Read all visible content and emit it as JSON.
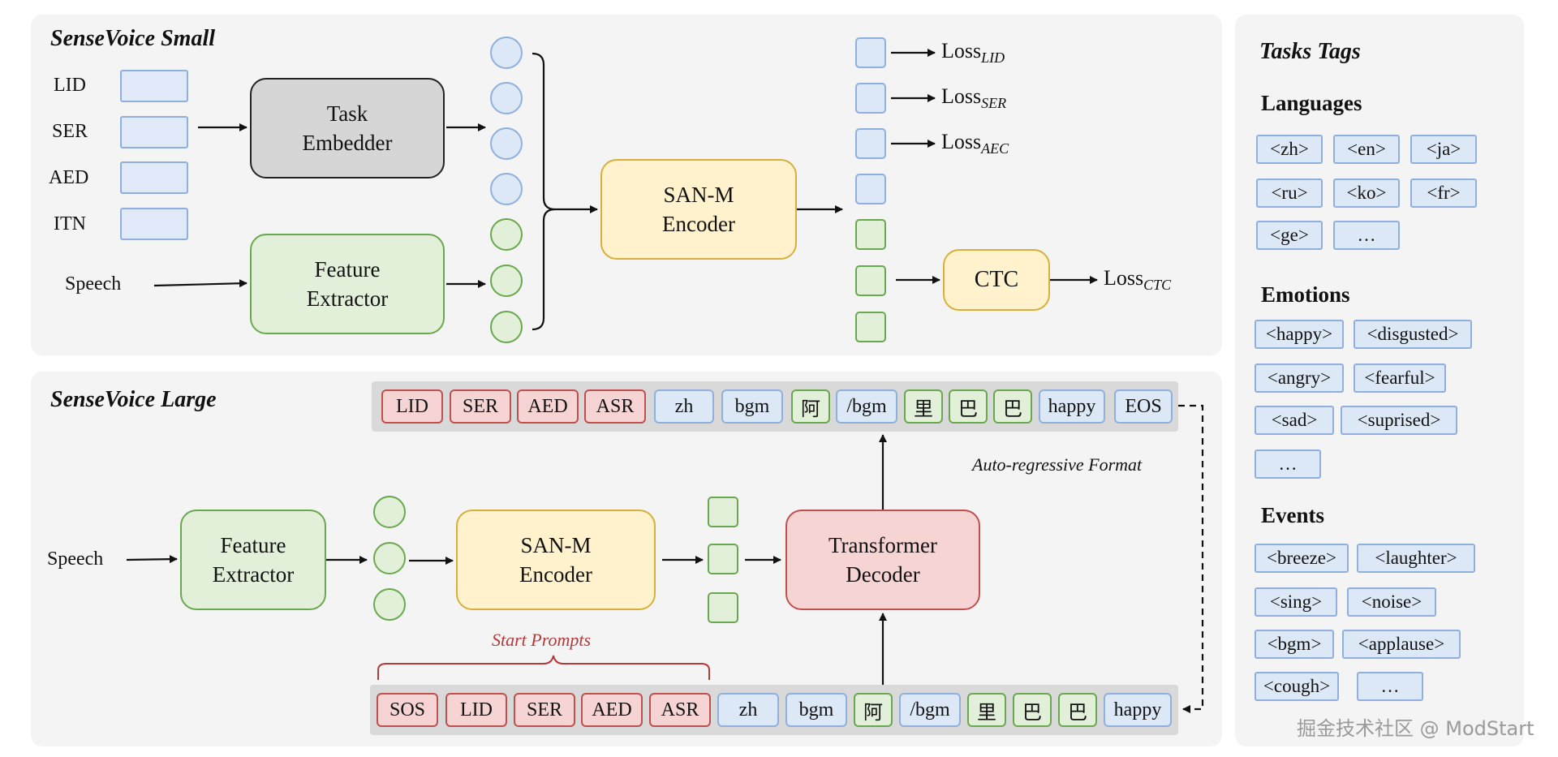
{
  "small": {
    "title": "SenseVoice Small",
    "inputs": [
      "LID",
      "SER",
      "AED",
      "ITN"
    ],
    "speech": "Speech",
    "task_embedder": "Task\nEmbedder",
    "feature_extractor": "Feature\nExtractor",
    "encoder": "SAN-M\nEncoder",
    "ctc": "CTC",
    "losses": [
      {
        "base": "Loss",
        "sub": "LID"
      },
      {
        "base": "Loss",
        "sub": "SER"
      },
      {
        "base": "Loss",
        "sub": "AEC"
      },
      {
        "base": "Loss",
        "sub": "CTC"
      }
    ]
  },
  "large": {
    "title": "SenseVoice Large",
    "speech": "Speech",
    "feature_extractor": "Feature\nExtractor",
    "encoder": "SAN-M\nEncoder",
    "decoder": "Transformer\nDecoder",
    "autoregressive_label": "Auto-regressive Format",
    "start_prompts_label": "Start Prompts",
    "top_tokens": [
      "LID",
      "SER",
      "AED",
      "ASR",
      "zh",
      "bgm",
      "阿",
      "/bgm",
      "里",
      "巴",
      "巴",
      "happy",
      "EOS"
    ],
    "bottom_tokens": [
      "SOS",
      "LID",
      "SER",
      "AED",
      "ASR",
      "zh",
      "bgm",
      "阿",
      "/bgm",
      "里",
      "巴",
      "巴",
      "happy"
    ]
  },
  "tags": {
    "title": "Tasks Tags",
    "languages_heading": "Languages",
    "languages": [
      "<zh>",
      "<en>",
      "<ja>",
      "<ru>",
      "<ko>",
      "<fr>",
      "<ge>",
      "…"
    ],
    "emotions_heading": "Emotions",
    "emotions": [
      "<happy>",
      "<disgusted>",
      "<angry>",
      "<fearful>",
      "<sad>",
      "<suprised>",
      "…"
    ],
    "events_heading": "Events",
    "events": [
      "<breeze>",
      "<laughter>",
      "<sing>",
      "<noise>",
      "<bgm>",
      "<applause>",
      "<cough>",
      "…"
    ]
  },
  "watermark": "掘金技术社区 @ ModStart",
  "colors": {
    "blue_fill": "#dde8f7",
    "green_fill": "#e2f0d9",
    "yellow_fill": "#fff2cc",
    "red_fill": "#f7d4d4",
    "gray_fill": "#d6d6d6",
    "panel": "#f4f4f4"
  }
}
